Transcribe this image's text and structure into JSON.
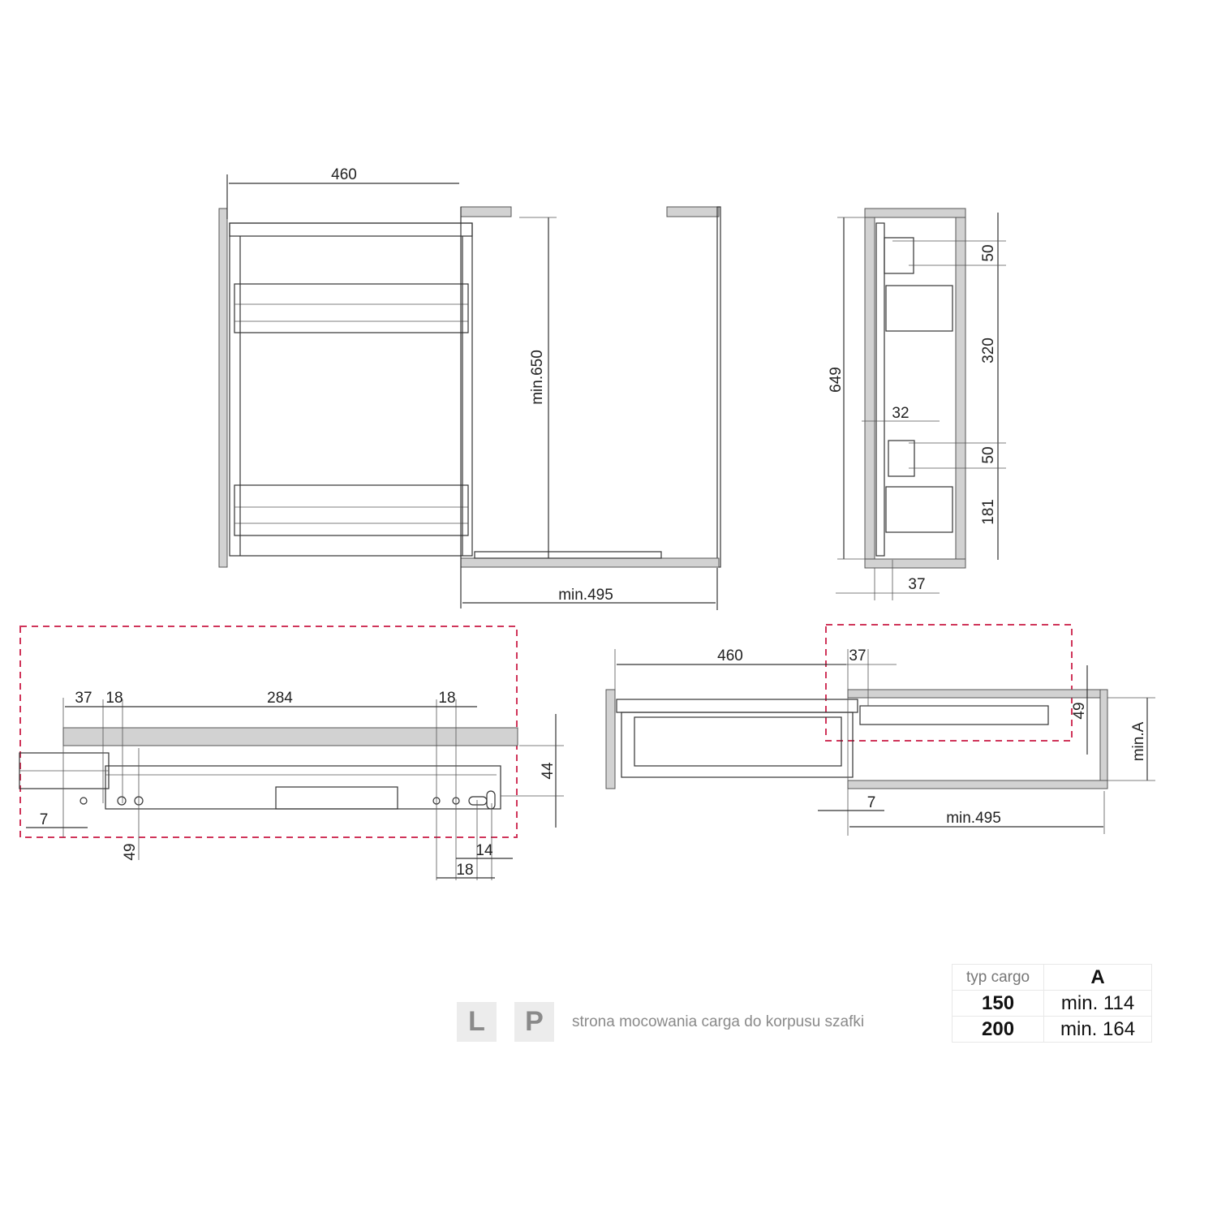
{
  "front_view": {
    "width_label": "460",
    "height_label": "min.650",
    "depth_label": "min.495"
  },
  "side_view": {
    "height_label": "649",
    "d1": "50",
    "d2": "320",
    "d3": "32",
    "d4": "50",
    "d5": "181",
    "d6": "37"
  },
  "rail_detail_left": {
    "d37": "37",
    "d18a": "18",
    "d284": "284",
    "d18b": "18",
    "d44": "44",
    "d7": "7",
    "d49": "49",
    "d14": "14",
    "d18c": "18"
  },
  "rail_detail_right": {
    "d460": "460",
    "d37": "37",
    "d49": "49",
    "minA": "min.A",
    "d7": "7",
    "d495": "min.495"
  },
  "legend": {
    "left": "L",
    "right": "P",
    "caption": "strona mocowania carga do korpusu szafki"
  },
  "table": {
    "headers": [
      "typ cargo",
      "A"
    ],
    "rows": [
      [
        "150",
        "min. 114"
      ],
      [
        "200",
        "min. 164"
      ]
    ]
  },
  "colors": {
    "dash": "#d0355a",
    "panel": "#d2d2d2"
  }
}
